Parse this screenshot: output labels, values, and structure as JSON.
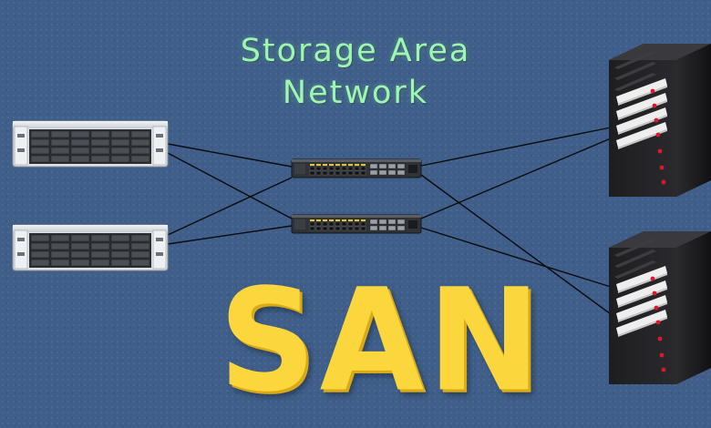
{
  "title": {
    "line1": "Storage Area",
    "line2": "Network"
  },
  "acronym": "SAN",
  "colors": {
    "background": "#3f5f8a",
    "title": "#9df7b1",
    "acronym": "#fbd63c",
    "cable": "#0b0b0b",
    "led_red": "#e0162b"
  },
  "nodes": {
    "storage_arrays": [
      "storage-array-icon",
      "storage-array-icon"
    ],
    "switches": [
      "network-switch-icon",
      "network-switch-icon"
    ],
    "servers": [
      "tower-server-icon",
      "tower-server-icon"
    ]
  }
}
